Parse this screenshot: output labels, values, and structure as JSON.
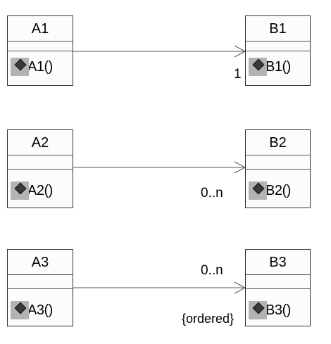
{
  "classes": [
    {
      "name": "A1",
      "op": "A1()"
    },
    {
      "name": "B1",
      "op": "B1()"
    },
    {
      "name": "A2",
      "op": "A2()"
    },
    {
      "name": "B2",
      "op": "B2()"
    },
    {
      "name": "A3",
      "op": "A3()"
    },
    {
      "name": "B3",
      "op": "B3()"
    }
  ],
  "associations": [
    {
      "multiplicity": "1",
      "constraint": ""
    },
    {
      "multiplicity": "0..n",
      "constraint": ""
    },
    {
      "multiplicity": "0..n",
      "constraint": "{ordered}"
    }
  ]
}
